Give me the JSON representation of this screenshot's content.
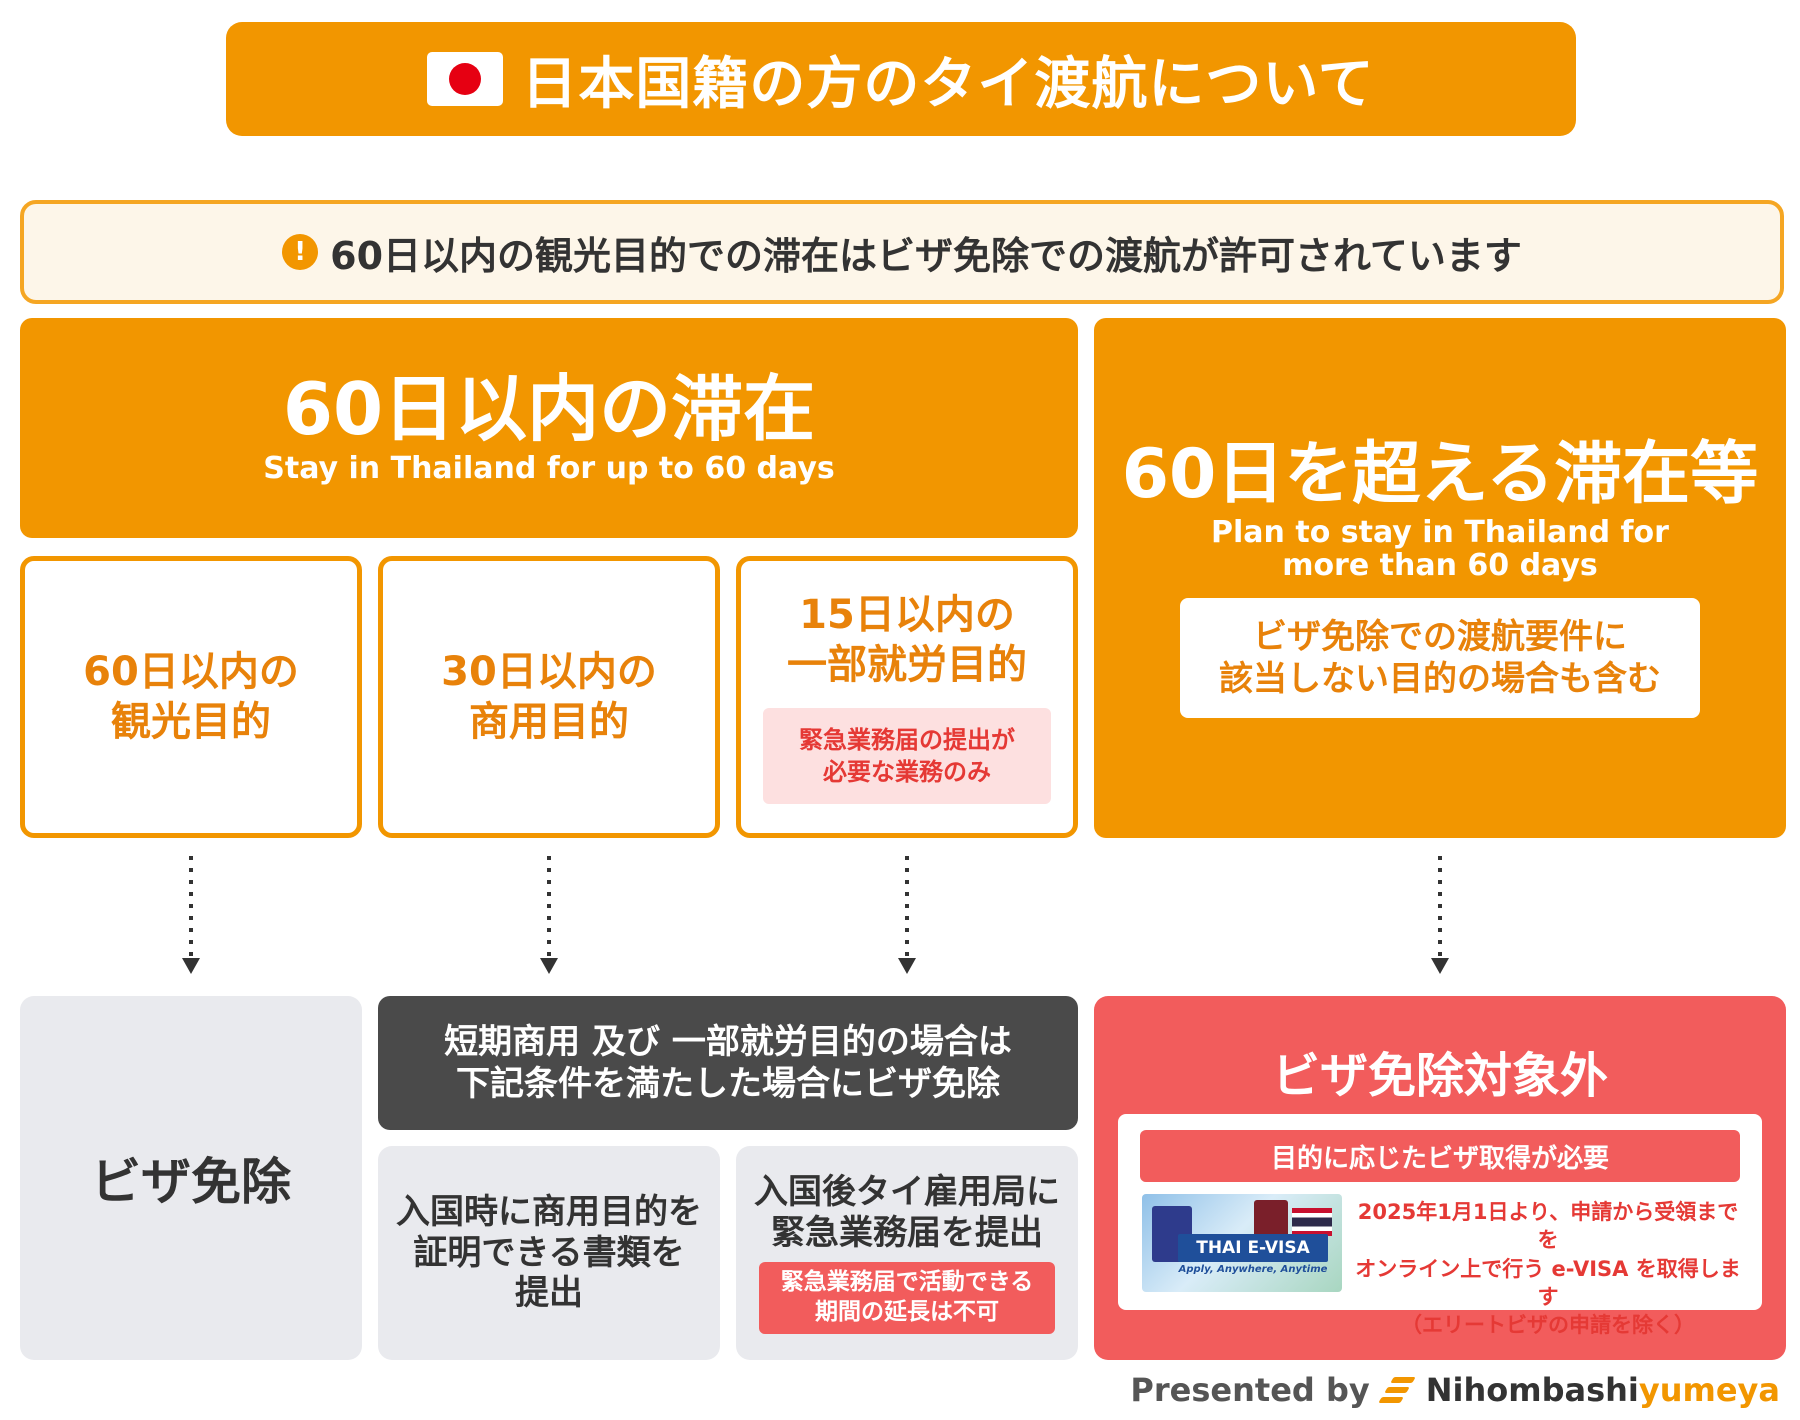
{
  "title": {
    "text": "日本国籍の方のタイ渡航について",
    "flag_icon": "japan-flag-icon"
  },
  "notice": {
    "text": "60日以内の観光目的での滞在はビザ免除での渡航が許可されています",
    "icon": "exclamation-icon"
  },
  "left_header": {
    "title": "60日以内の滞在",
    "subtitle": "Stay in Thailand for up to 60 days"
  },
  "right_header": {
    "title": "60日を超える滞在等",
    "subtitle_line1": "Plan to stay in Thailand for",
    "subtitle_line2": "more than 60 days",
    "note_line1": "ビザ免除での渡航要件に",
    "note_line2": "該当しない目的の場合も含む"
  },
  "purposes": [
    {
      "line1": "60日以内の",
      "line2": "観光目的"
    },
    {
      "line1": "30日以内の",
      "line2": "商用目的"
    },
    {
      "line1": "15日以内の",
      "line2": "一部就労目的",
      "note_line1": "緊急業務届の提出が",
      "note_line2": "必要な業務のみ"
    }
  ],
  "results": {
    "visa_free": "ビザ免除",
    "condition_line1": "短期商用 及び 一部就労目的の場合は",
    "condition_line2": "下記条件を満たした場合にビザ免除",
    "business": {
      "line1": "入国時に商用目的を",
      "line2": "証明できる書類を",
      "line3": "提出"
    },
    "work": {
      "line1": "入国後タイ雇用局に",
      "line2": "緊急業務届を提出",
      "note_line1": "緊急業務届で活動できる",
      "note_line2": "期間の延長は不可"
    },
    "not_exempt": {
      "title": "ビザ免除対象外",
      "strip": "目的に応じたビザ取得が必要",
      "evisa_banner": "THAI E-VISA",
      "evisa_tagline": "Apply, Anywhere, Anytime",
      "info_line1": "2025年1月1日より、申請から受領までを",
      "info_line2": "オンライン上で行う e-VISA を取得します",
      "info_line3": "（エリートビザの申請を除く）"
    }
  },
  "footer": {
    "presented_by": "Presented by",
    "brand_a": "Nihombashi",
    "brand_b": "yumeya"
  },
  "colors": {
    "orange": "#f29600",
    "red": "#f25c5c",
    "dark": "#4a4a4a",
    "gray": "#e9eaee",
    "cream": "#fdf6e9"
  }
}
